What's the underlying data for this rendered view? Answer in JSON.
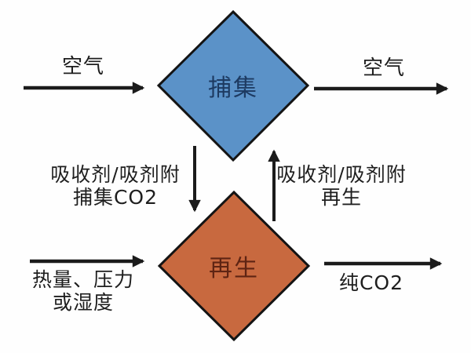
{
  "diagram": {
    "title_hint": "direct-air-capture-cycle",
    "background": "#fefefe",
    "arrow_color": "#1b1b1b",
    "nodes": {
      "capture": {
        "label": "捕集",
        "fill": "#5b92c8",
        "stroke": "#141414",
        "text_color": "#1d3a61"
      },
      "regenerate": {
        "label": "再生",
        "fill": "#c8693f",
        "stroke": "#141414",
        "text_color": "#5e2413"
      }
    },
    "flows": {
      "air_in": {
        "label": "空气"
      },
      "air_out": {
        "label": "空气"
      },
      "capture_co2": {
        "label_line1": "吸收剂/吸剂附",
        "label_line2": "捕集CO2"
      },
      "regenerate_sorbent": {
        "label_line1": "吸收剂/吸剂附",
        "label_line2": "再生"
      },
      "heat_input": {
        "label_line1": "热量、压力",
        "label_line2": "或湿度"
      },
      "pure_co2_out": {
        "label": "纯CO2"
      }
    }
  }
}
